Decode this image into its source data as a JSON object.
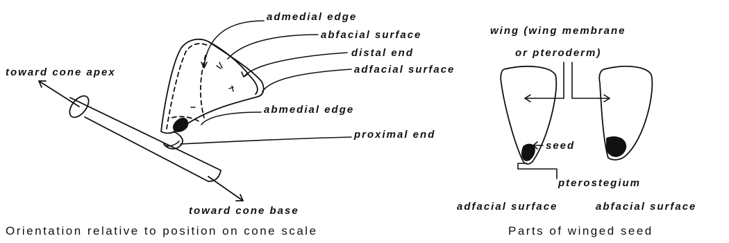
{
  "left_diagram": {
    "labels": {
      "toward_cone_apex": "toward cone apex",
      "admedial_edge": "admedial edge",
      "abfacial_surface": "abfacial surface",
      "distal_end": "distal end",
      "adfacial_surface": "adfacial surface",
      "abmedial_edge": "abmedial edge",
      "proximal_end": "proximal end",
      "toward_cone_base": "toward cone base"
    },
    "caption": "Orientation relative to position on cone scale"
  },
  "right_diagram": {
    "labels": {
      "wing_line1": "wing (wing membrane",
      "wing_line2": "or pteroderm)",
      "seed": "seed",
      "pterostegium": "pterostegium",
      "adfacial_surface": "adfacial surface",
      "abfacial_surface": "abfacial surface"
    },
    "caption": "Parts of winged seed"
  }
}
